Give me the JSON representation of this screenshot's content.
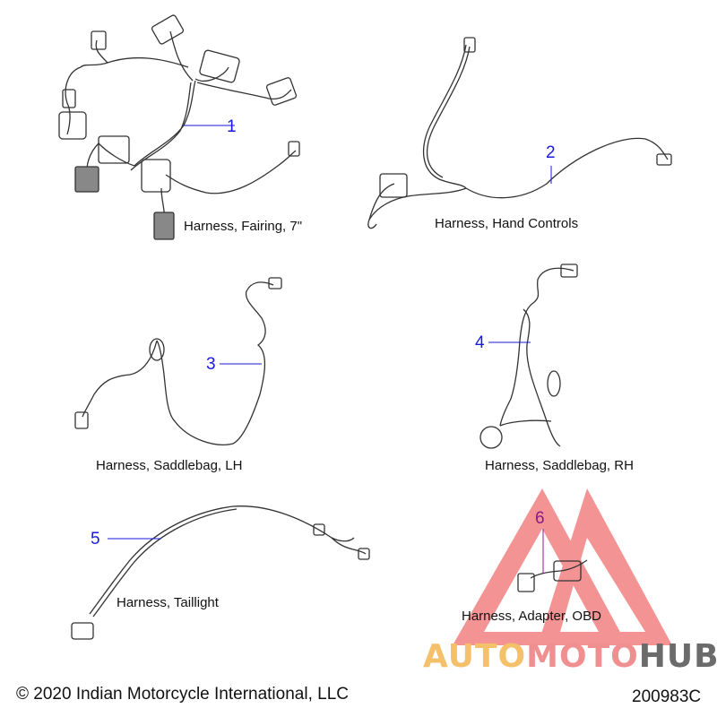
{
  "parts": [
    {
      "number": "1",
      "name": "Harness, Fairing, 7\""
    },
    {
      "number": "2",
      "name": "Harness, Hand Controls"
    },
    {
      "number": "3",
      "name": "Harness, Saddlebag, LH"
    },
    {
      "number": "4",
      "name": "Harness, Saddlebag, RH"
    },
    {
      "number": "5",
      "name": "Harness, Taillight"
    },
    {
      "number": "6",
      "name": "Harness, Adapter, OBD"
    }
  ],
  "copyright": "© 2020 Indian Motorcycle International, LLC",
  "diagram_code": "200983C",
  "watermark": {
    "part1": "AUTO",
    "part2": "MOTO",
    "part3": "HUB",
    "color1": "#f4c06a",
    "color2": "#f08f8f",
    "color3": "#6b6b6b",
    "triangle_color": "#f07070"
  },
  "colors": {
    "callout": "#1a1ae0",
    "callout_6": "#8a1a8a",
    "line": "#333333"
  }
}
